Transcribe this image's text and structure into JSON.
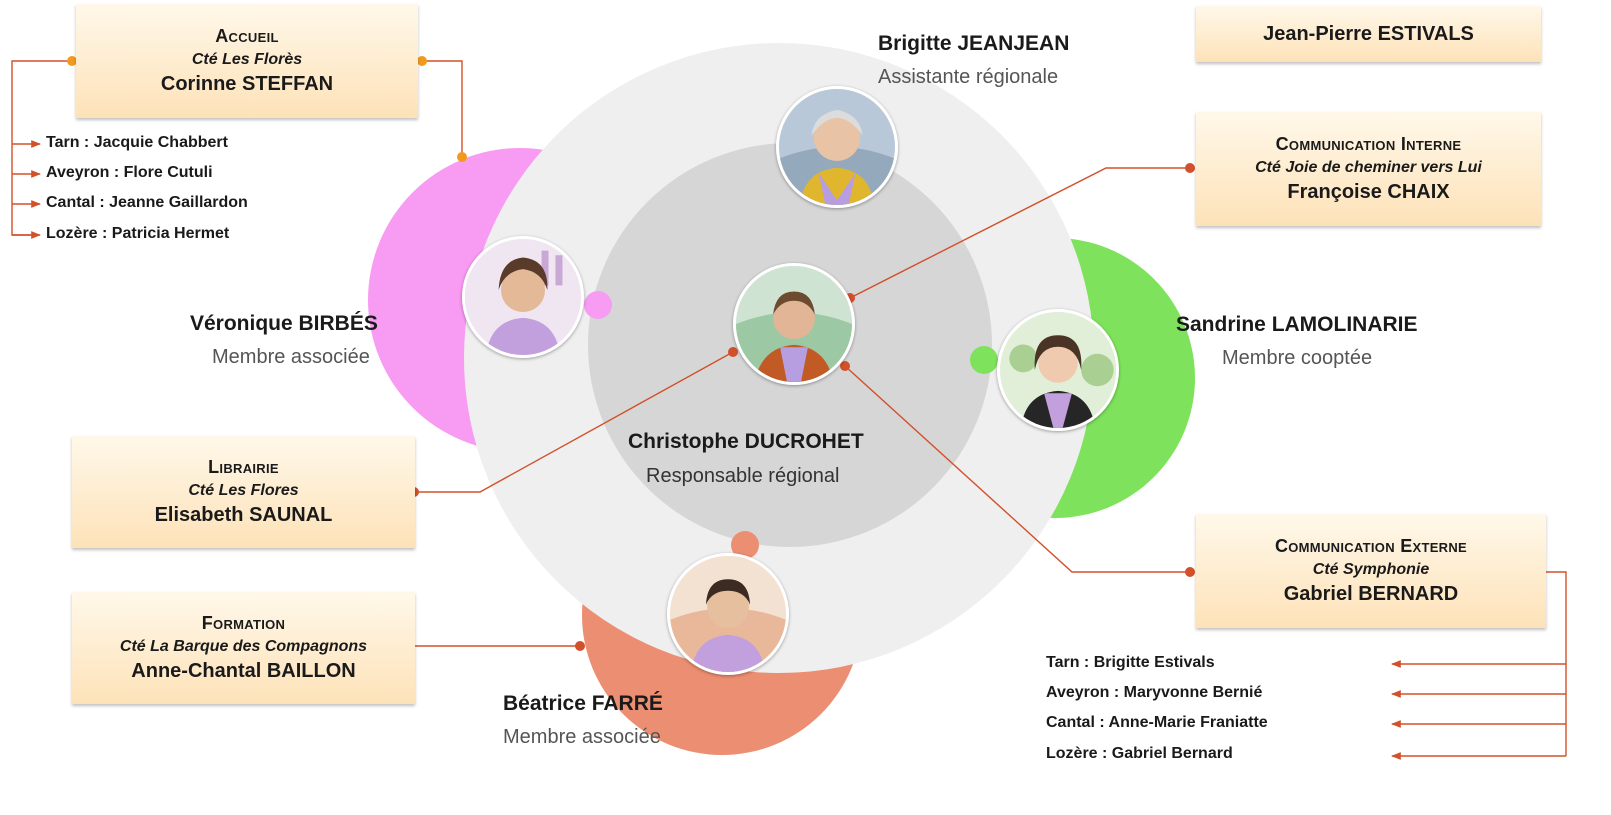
{
  "center": {
    "name": "Christophe DUCROHET",
    "role": "Responsable régional"
  },
  "members": [
    {
      "name": "Brigitte JEANJEAN",
      "role": "Assistante régionale"
    },
    {
      "name": "Véronique BIRBÉS",
      "role": "Membre associée",
      "color": "#f79bf3"
    },
    {
      "name": "Sandrine LAMOLINARIE",
      "role": "Membre cooptée",
      "color": "#7fe25c"
    },
    {
      "name": "Béatrice FARRÉ",
      "role": "Membre associée",
      "color": "#ec8e72"
    }
  ],
  "top_right": {
    "name": "Jean-Pierre ESTIVALS"
  },
  "boxes": {
    "accueil": {
      "title": "Accueil",
      "community": "Cté Les Florès",
      "person": "Corinne STEFFAN"
    },
    "com_interne": {
      "title": "Communication Interne",
      "community": "Cté Joie de cheminer vers Lui",
      "person": "Françoise CHAIX"
    },
    "librairie": {
      "title": "Librairie",
      "community": "Cté Les Flores",
      "person": "Elisabeth SAUNAL"
    },
    "formation": {
      "title": "Formation",
      "community": "Cté La Barque des Compagnons",
      "person": "Anne-Chantal BAILLON"
    },
    "com_externe": {
      "title": "Communication Externe",
      "community": "Cté  Symphonie",
      "person": "Gabriel BERNARD"
    }
  },
  "accueil_depts": [
    "Tarn : Jacquie Chabbert",
    "Aveyron : Flore Cutuli",
    "Cantal : Jeanne Gaillardon",
    "Lozère : Patricia Hermet"
  ],
  "com_externe_depts": [
    "Tarn : Brigitte Estivals",
    "Aveyron : Maryvonne Bernié",
    "Cantal : Anne-Marie Franiatte",
    "Lozère : Gabriel Bernard"
  ],
  "colors": {
    "connector": "#d2502a",
    "orange_dot": "#f29a1e",
    "outer_circle": "#efefef",
    "inner_circle": "#d6d6d6"
  },
  "icons": {
    "photo": "portrait-photo",
    "arrow": "arrow-right-icon"
  }
}
